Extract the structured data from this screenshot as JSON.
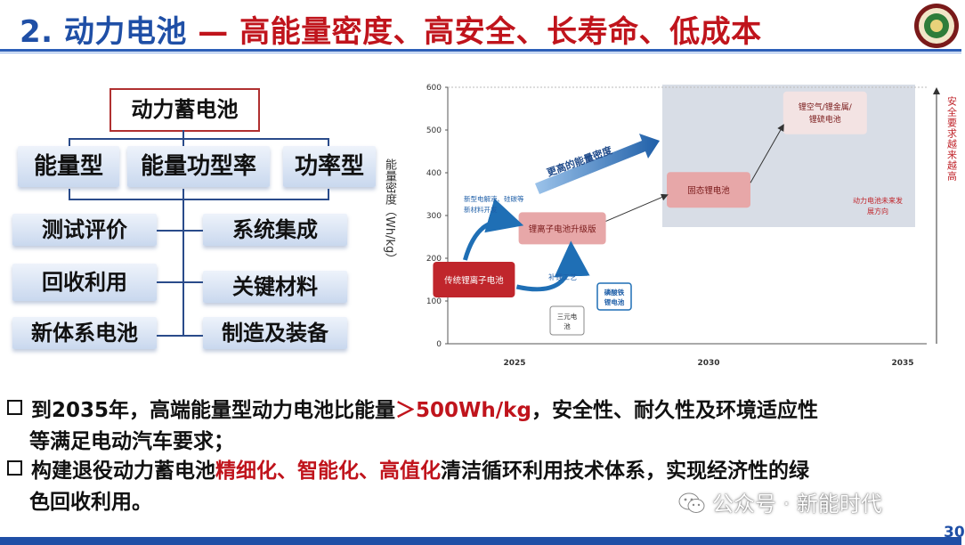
{
  "header": {
    "title_main": "2. 动力电池",
    "title_dash": " — ",
    "title_rest": "高能量密度、高安全、长寿命、低成本"
  },
  "tree": {
    "root": "动力蓄电池",
    "mid": [
      "能量型",
      "能量功型率",
      "功率型"
    ],
    "left_leaves": [
      "测试评价",
      "回收利用",
      "新体系电池"
    ],
    "right_leaves": [
      "系统集成",
      "关键材料",
      "制造及装备"
    ]
  },
  "chart_data": {
    "type": "line",
    "ylabel": "能量密度（Wh/kg）",
    "yticks": [
      0,
      100,
      200,
      300,
      400,
      500,
      600
    ],
    "ylim": [
      0,
      600
    ],
    "xticks": [
      "2025",
      "2030",
      "2035"
    ],
    "right_label": "安全要求越来越高",
    "arrow_label": "更高的能量密度",
    "nodes": [
      {
        "label": "传统锂离子电池",
        "x": "2024",
        "y": 150
      },
      {
        "label": "锂离子电池升级版",
        "x": "2026",
        "y": 270
      },
      {
        "label": "固态锂电池",
        "x": "2030",
        "y": 360
      },
      {
        "label": "锂空气/锂金属/锂硫电池",
        "x": "2033",
        "y": 540
      }
    ],
    "annotations": {
      "new_material": "新型电解液、硅碳等新材料开发",
      "process": "补锂工艺",
      "lfp": "磷酸铁锂电池",
      "ncm": "三元电池",
      "future": "动力电池未来发展方向"
    },
    "colors": {
      "node_red": "#c0262c",
      "node_pink": "#e7a7a8",
      "arrow_blue": "#1f6fb5",
      "future_bg": "#d8dde6"
    }
  },
  "bullets": {
    "b1_part1": "到2035年，高端能量型动力电池比能量",
    "b1_red": "＞500Wh/kg",
    "b1_part2": "，安全性、耐久性及环境适应性",
    "b1_line2": "等满足电动汽车要求；",
    "b2_part1": "构建退役动力蓄电池",
    "b2_red": "精细化、智能化、高值化",
    "b2_part2": "清洁循环利用技术体系，实现经济性的绿",
    "b2_line2": "色回收利用。"
  },
  "watermark": "公众号 · 新能时代",
  "page_number": "30"
}
